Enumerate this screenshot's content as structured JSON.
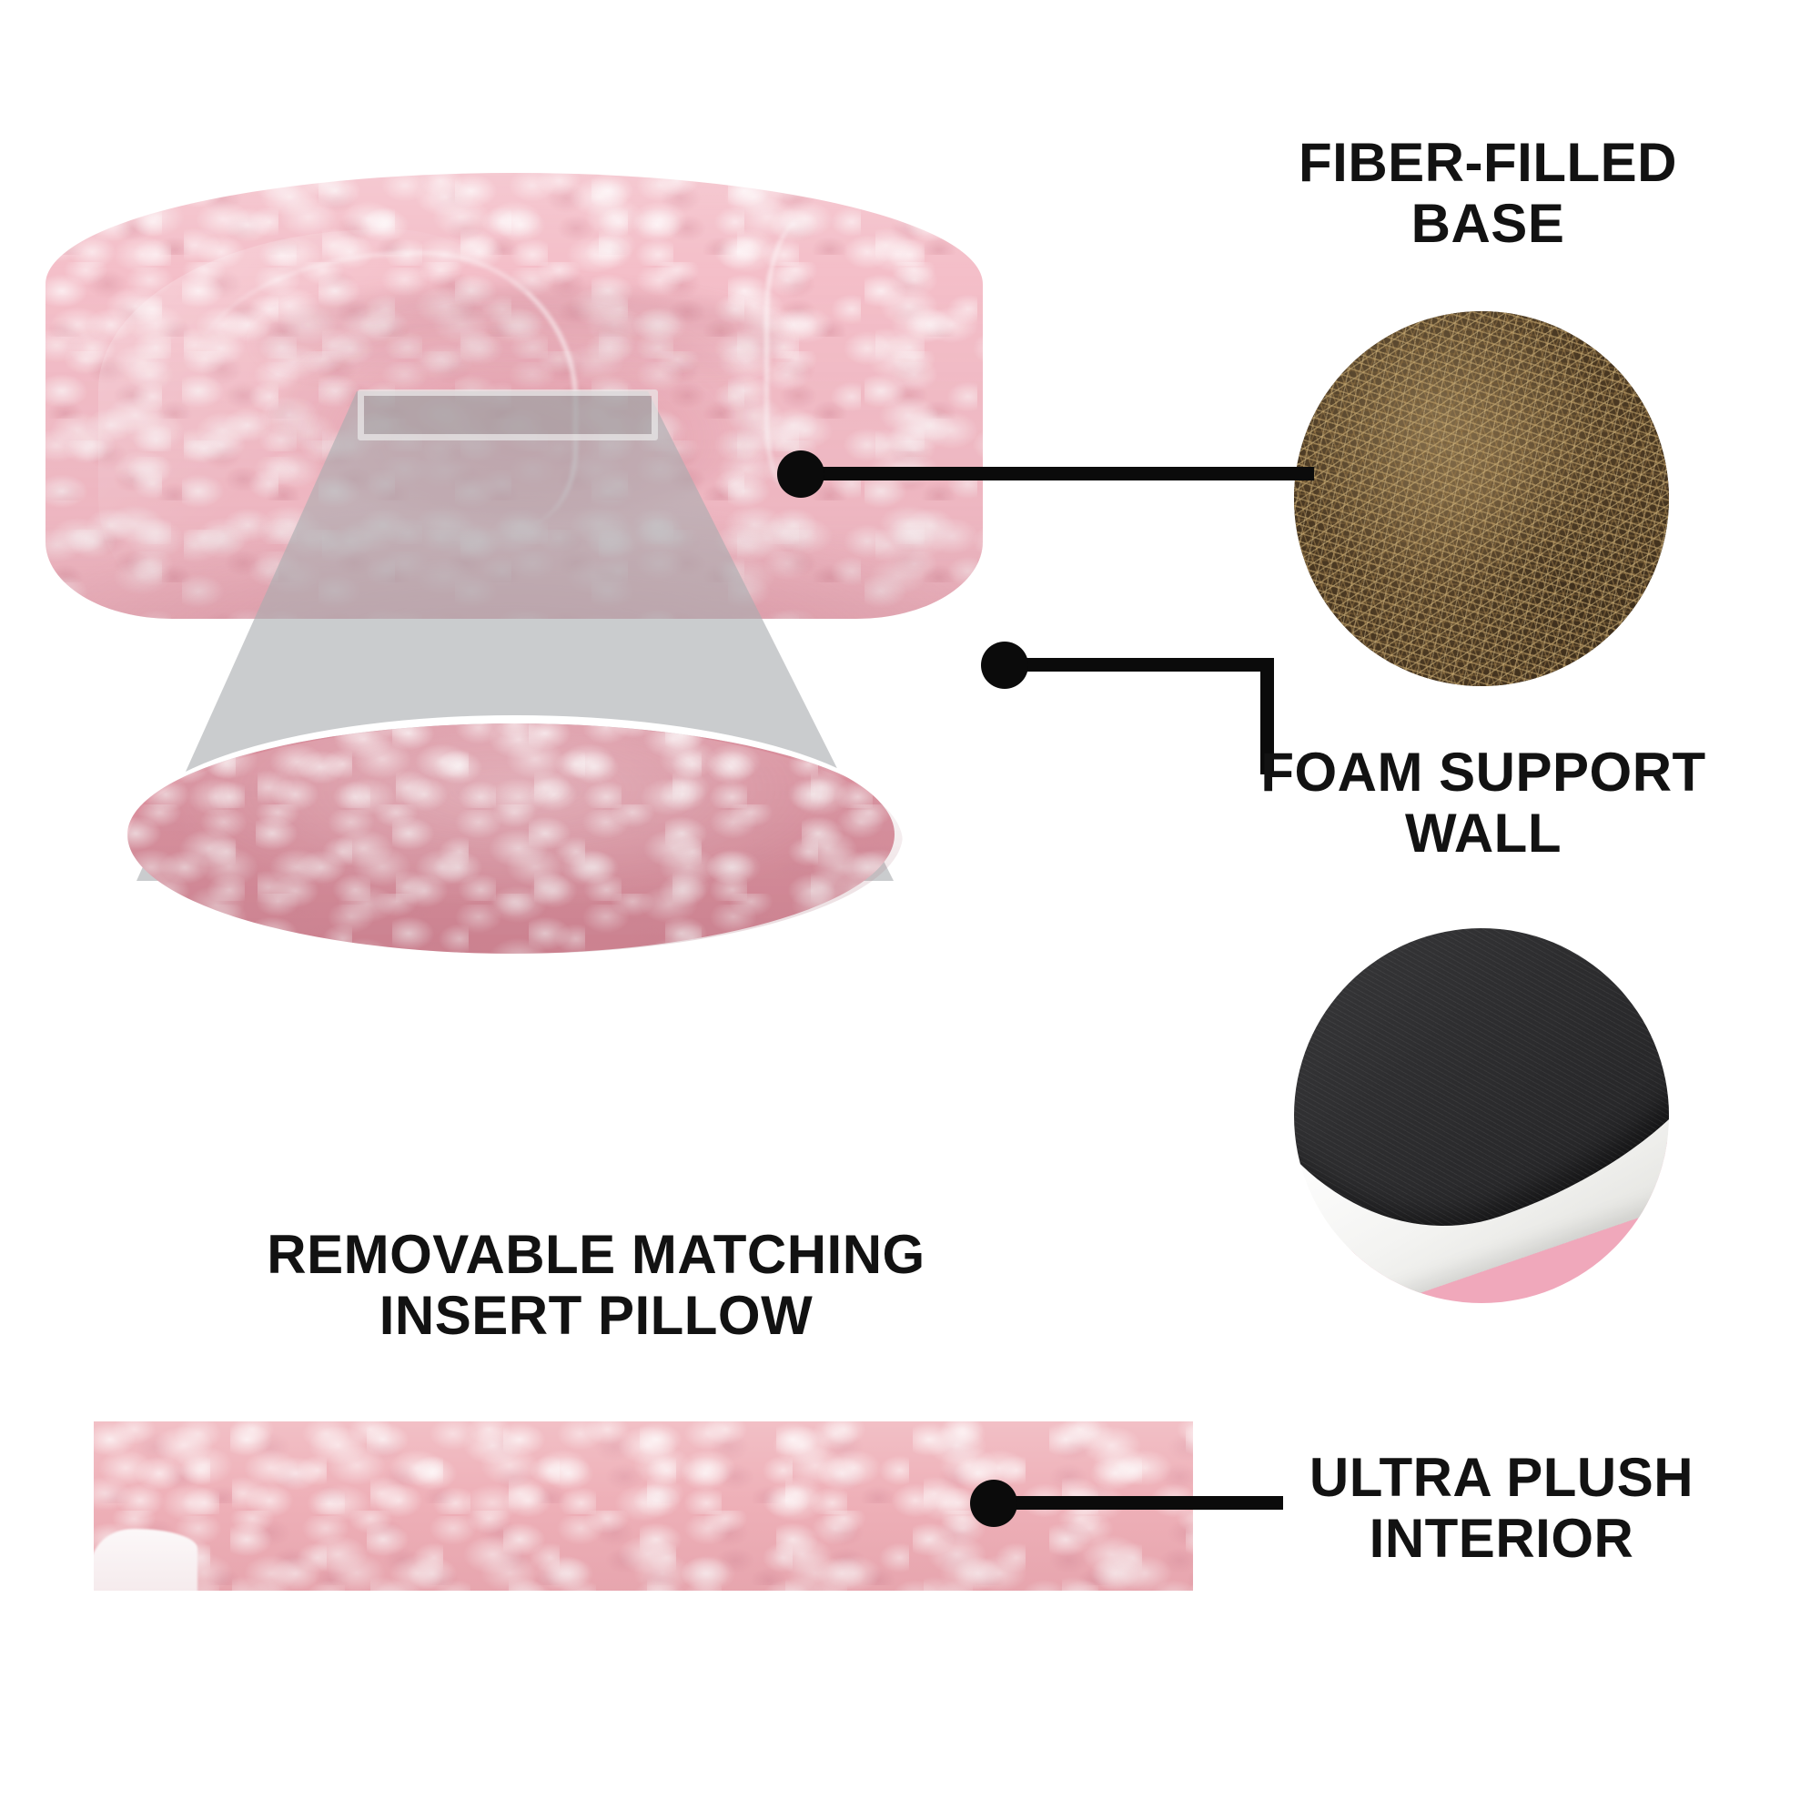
{
  "product": {
    "type": "pet-bed-infographic",
    "colorway": "pink faux fur"
  },
  "callouts": [
    {
      "id": "fiber-filled-base",
      "label": "FIBER-FILLED\nBASE",
      "line1": "FIBER-FILLED",
      "line2": "BASE",
      "detail_icon": "fiber-fill-texture-circle",
      "leader": "straight-horizontal"
    },
    {
      "id": "foam-support-wall",
      "label": "FOAM SUPPORT\nWALL",
      "line1": "FOAM SUPPORT",
      "line2": "WALL",
      "detail_icon": "zipper-foam-cross-section-circle",
      "leader": "elbow-down"
    },
    {
      "id": "removable-matching-insert-pillow",
      "label": "REMOVABLE MATCHING\nINSERT PILLOW",
      "line1": "REMOVABLE MATCHING",
      "line2": "INSERT PILLOW",
      "detail_icon": "oval-pillow",
      "leader": "beam-callout"
    },
    {
      "id": "ultra-plush-interior",
      "label": "ULTRA PLUSH\nINTERIOR",
      "line1": "ULTRA PLUSH",
      "line2": "INTERIOR",
      "detail_icon": "fur-swatch-strip",
      "leader": "straight-horizontal"
    }
  ],
  "colors": {
    "background": "#ffffff",
    "text": "#121212",
    "leader_line": "#0b0b0b",
    "bed_fur_light": "#f4bfc9",
    "bed_fur_mid": "#efaebb",
    "pillow_rose": "#d98e9c",
    "strip_pink": "#eeaeb6",
    "beam_gray": "#a9adb0",
    "fiber_brown": "#4c3a23",
    "foam_black": "#2e2e30",
    "foam_white": "#ffffff",
    "foam_pink": "#f0a8bb"
  },
  "parts": {
    "bed": "pink faux fur bolster pet bed",
    "beam": "translucent gray callout beam",
    "beam_tab": "white-outlined handle tab",
    "pillow": "removable oval insert pillow",
    "strip": "ultra plush interior fur swatch"
  }
}
